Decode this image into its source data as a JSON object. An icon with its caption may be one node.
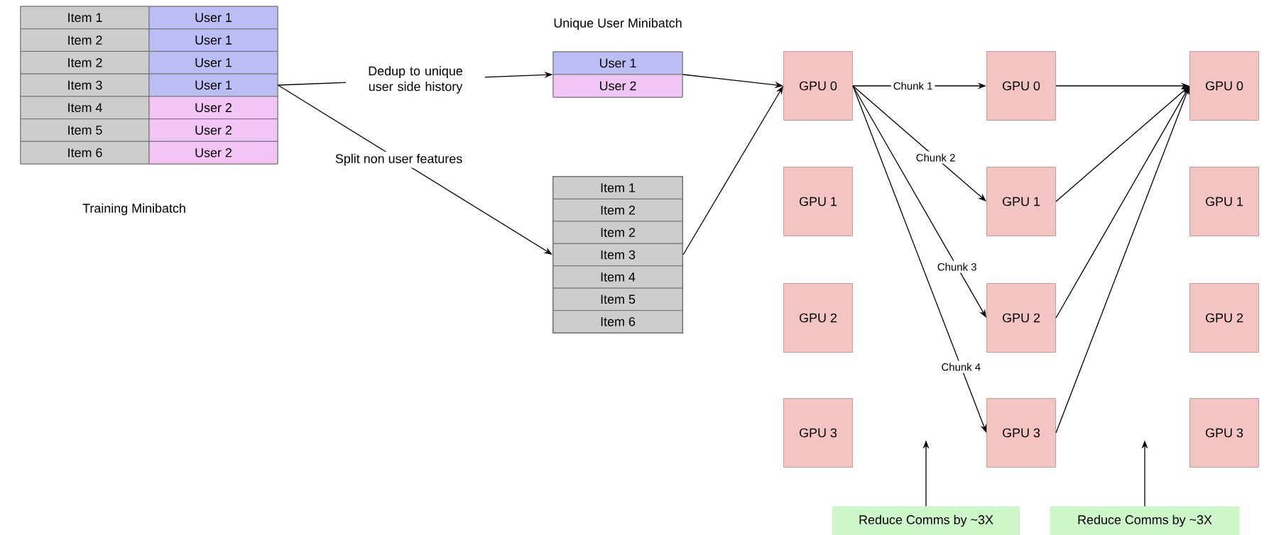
{
  "diagram": {
    "nodes": [
      {
        "text": [
          "Training Minibatch"
        ]
      },
      {
        "text": [
          "Item 1"
        ],
        "in": 0
      },
      {
        "text": [
          "User 1"
        ],
        "in": 0
      },
      {
        "text": [
          "Item 2"
        ],
        "in": 0
      },
      {
        "text": [
          "User 1"
        ],
        "in": 0
      },
      {
        "text": [
          "Item 2"
        ],
        "in": 0
      },
      {
        "text": [
          "User 1"
        ],
        "in": 0
      },
      {
        "text": [
          "Item 3"
        ],
        "in": 0
      },
      {
        "text": [
          "User 1"
        ],
        "in": 0
      },
      {
        "text": [
          "Item 4"
        ],
        "in": 0
      },
      {
        "text": [
          "User 2"
        ],
        "in": 0
      },
      {
        "text": [
          "Item 5"
        ],
        "in": 0
      },
      {
        "text": [
          "User 2"
        ],
        "in": 0
      },
      {
        "text": [
          "Item 6"
        ],
        "in": 0
      },
      {
        "text": [
          "User 2"
        ],
        "in": 0
      },
      {
        "text": [
          "Unique User Minibatch"
        ]
      },
      {
        "text": [
          "User 1"
        ],
        "in": 15
      },
      {
        "text": [
          "User 2"
        ],
        "in": 15
      },
      {
        "text": [],
        "shape": "box"
      },
      {
        "text": [
          "Item 1"
        ],
        "in": 18
      },
      {
        "text": [
          "Item 2"
        ],
        "in": 18
      },
      {
        "text": [
          "Item 2"
        ],
        "in": 18
      },
      {
        "text": [
          "Item 3"
        ],
        "in": 18
      },
      {
        "text": [
          "Item 4"
        ],
        "in": 18
      },
      {
        "text": [
          "Item 5"
        ],
        "in": 18
      },
      {
        "text": [
          "Item 6"
        ],
        "in": 18
      },
      {
        "text": [
          "GPU 0"
        ]
      },
      {
        "text": [
          "GPU 0"
        ]
      },
      {
        "text": [
          "GPU 0"
        ]
      },
      {
        "text": [
          "GPU 1"
        ]
      },
      {
        "text": [
          "GPU 1"
        ]
      },
      {
        "text": [
          "GPU 1"
        ]
      },
      {
        "text": [
          "GPU 2"
        ]
      },
      {
        "text": [
          "GPU 2"
        ]
      },
      {
        "text": [
          "GPU 2"
        ]
      },
      {
        "text": [
          "GPU 3"
        ]
      },
      {
        "text": [
          "GPU 3"
        ]
      },
      {
        "text": [
          "GPU 3"
        ]
      },
      {
        "text": [
          "Reduce Comms by ~3X"
        ]
      },
      {
        "text": [
          "Reduce Comms by ~3X"
        ]
      }
    ],
    "edges": [
      {
        "from": 0,
        "to": 15,
        "arrow": "to",
        "label": "Dedup to unique user side history"
      },
      {
        "from": 0,
        "to": 18,
        "arrow": "to",
        "label": "Split non user features"
      },
      {
        "from": 15,
        "to": 26,
        "arrow": "to"
      },
      {
        "from": 18,
        "to": 26,
        "arrow": "to"
      },
      {
        "from": 26,
        "to": 27,
        "arrow": "to",
        "label": "Chunk 1"
      },
      {
        "from": 26,
        "to": 30,
        "arrow": "to",
        "label": "Chunk 2"
      },
      {
        "from": 26,
        "to": 33,
        "arrow": "to",
        "label": "Chunk 3"
      },
      {
        "from": 26,
        "to": 36,
        "arrow": "to",
        "label": "Chunk 4"
      },
      {
        "from": 27,
        "to": 28,
        "arrow": "to"
      },
      {
        "from": 30,
        "to": 28,
        "arrow": "to"
      },
      {
        "from": 33,
        "to": 28,
        "arrow": "to"
      },
      {
        "from": 36,
        "to": 28,
        "arrow": "to"
      },
      {
        "from": 38,
        "to": null,
        "arrow": "to"
      },
      {
        "from": 39,
        "to": null,
        "arrow": "to"
      }
    ]
  }
}
